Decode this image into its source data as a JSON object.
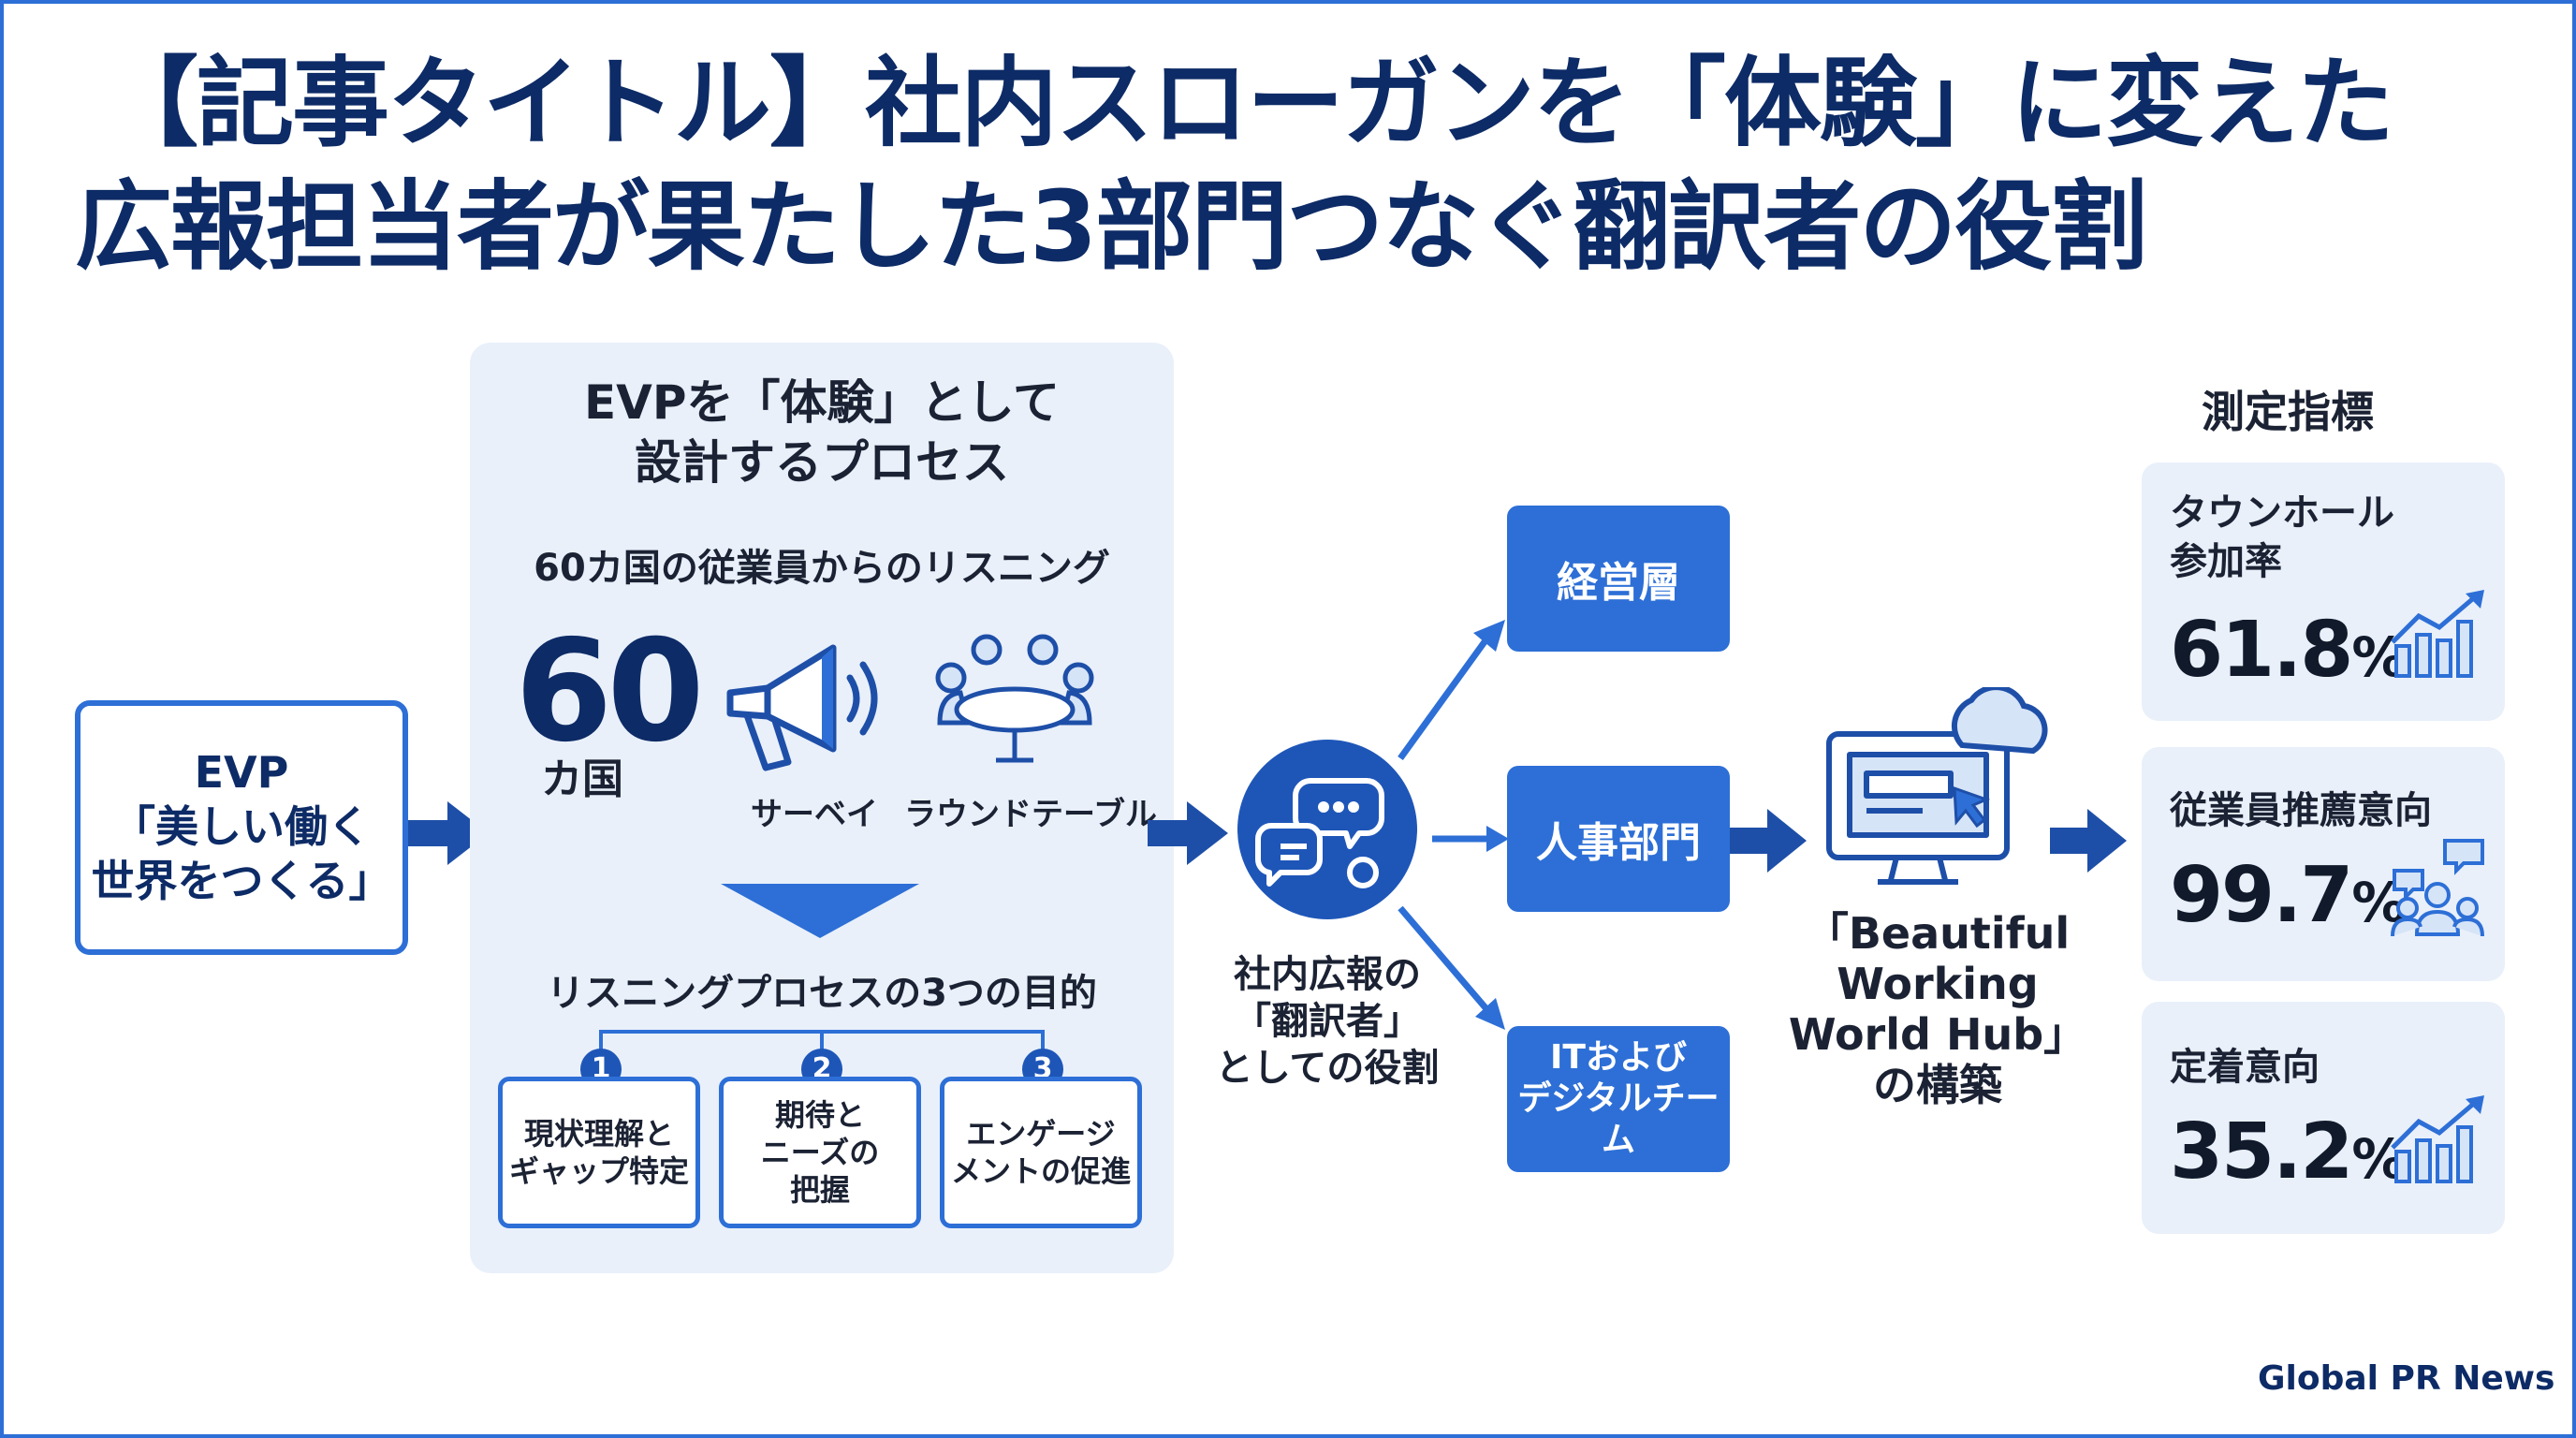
{
  "title": {
    "line1": "【記事タイトル】社内スローガンを「体験」に変えた",
    "line2": "広報担当者が果たした3部門つなぐ翻訳者の役割"
  },
  "evp": {
    "line1": "EVP",
    "line2": "「美しい働く",
    "line3": "世界をつくる」"
  },
  "process": {
    "title_line1": "EVPを「体験」として",
    "title_line2": "設計するプロセス",
    "listening": "60カ国の従業員からのリスニング",
    "big_number": "60",
    "big_number_unit": "カ国",
    "survey_label": "サーベイ",
    "roundtable_label": "ラウンドテーブル",
    "purposes_title": "リスニングプロセスの3つの目的",
    "purposes": [
      {
        "num": "1",
        "line1": "現状理解と",
        "line2": "ギャップ特定",
        "line3": ""
      },
      {
        "num": "2",
        "line1": "期待と",
        "line2": "ニーズの",
        "line3": "把握"
      },
      {
        "num": "3",
        "line1": "エンゲージ",
        "line2": "メントの促進",
        "line3": ""
      }
    ]
  },
  "translator": {
    "line1": "社内広報の",
    "line2": "「翻訳者」",
    "line3": "としての役割"
  },
  "departments": [
    {
      "line1": "経営層",
      "line2": ""
    },
    {
      "line1": "人事部門",
      "line2": ""
    },
    {
      "line1": "ITおよび",
      "line2": "デジタルチーム"
    }
  ],
  "hub": {
    "line1": "「Beautiful",
    "line2": "Working",
    "line3": "World Hub」",
    "line4": "の構築"
  },
  "metrics": {
    "title": "測定指標",
    "items": [
      {
        "label_line1": "タウンホール",
        "label_line2": "参加率",
        "value": "61.8",
        "unit": "%",
        "icon": "bar-chart-up-icon",
        "level": 0.618
      },
      {
        "label_line1": "従業員推薦意向",
        "label_line2": "",
        "value": "99.7",
        "unit": "%",
        "icon": "people-chat-icon",
        "level": 0.997
      },
      {
        "label_line1": "定着意向",
        "label_line2": "",
        "value": "35.2",
        "unit": "%",
        "icon": "bar-chart-up-icon",
        "level": 0.352
      }
    ]
  },
  "footer": "Global PR News",
  "colors": {
    "primary": "#2d6fd6",
    "dark_navy": "#0d2b66",
    "panel_bg": "#e9f0fa",
    "arrow": "#1e4fa8"
  }
}
